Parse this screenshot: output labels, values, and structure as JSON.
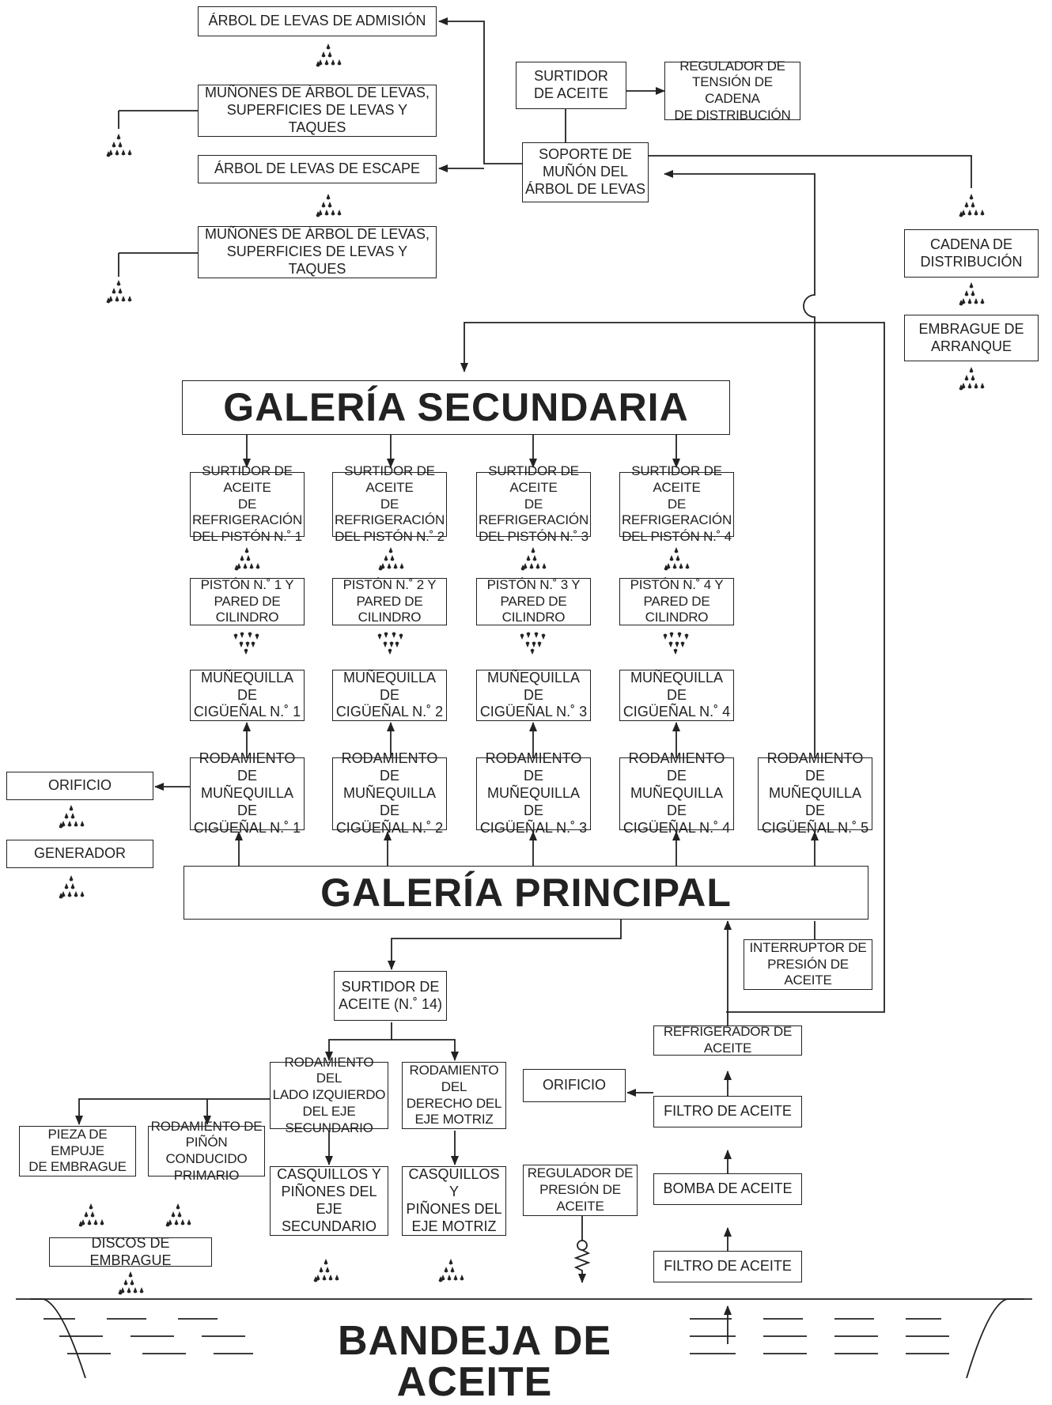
{
  "diagram": {
    "top": {
      "arbol_admision": "ÁRBOL DE LEVAS DE ADMISIÓN",
      "munones_1": "MUÑONES DE ÁRBOL DE LEVAS,\nSUPERFICIES DE LEVAS Y TAQUES",
      "arbol_escape": "ÁRBOL DE LEVAS DE ESCAPE",
      "munones_2": "MUÑONES DE ÁRBOL DE LEVAS,\nSUPERFICIES DE LEVAS Y TAQUES",
      "surtidor_aceite": "SURTIDOR\nDE ACEITE",
      "regulador_tension": "REGULADOR DE\nTENSIÓN DE CADENA\nDE DISTRIBUCIÓN",
      "soporte_munon": "SOPORTE DE\nMUÑÓN DEL\nÁRBOL DE LEVAS",
      "cadena_distribucion": "CADENA DE\nDISTRIBUCIÓN",
      "embrague_arranque": "EMBRAGUE DE\nARRANQUE"
    },
    "galeria_secundaria": "GALERÍA SECUNDARIA",
    "columns": [
      {
        "surtidor": "SURTIDOR DE ACEITE\nDE REFRIGERACIÓN\nDEL PISTÓN N.˚ 1",
        "piston": "PISTÓN N.˚ 1 Y\nPARED DE CILINDRO",
        "munequilla": "MUÑEQUILLA DE\nCIGÜEÑAL N.˚ 1",
        "rodamiento": "RODAMIENTO DE\nMUÑEQUILLA DE\nCIGÜEÑAL N.˚ 1"
      },
      {
        "surtidor": "SURTIDOR DE ACEITE\nDE REFRIGERACIÓN\nDEL PISTÓN N.˚ 2",
        "piston": "PISTÓN N.˚ 2 Y\nPARED DE CILINDRO",
        "munequilla": "MUÑEQUILLA DE\nCIGÜEÑAL N.˚ 2",
        "rodamiento": "RODAMIENTO DE\nMUÑEQUILLA DE\nCIGÜEÑAL N.˚ 2"
      },
      {
        "surtidor": "SURTIDOR DE ACEITE\nDE REFRIGERACIÓN\nDEL PISTÓN N.˚ 3",
        "piston": "PISTÓN N.˚ 3 Y\nPARED DE CILINDRO",
        "munequilla": "MUÑEQUILLA DE\nCIGÜEÑAL N.˚ 3",
        "rodamiento": "RODAMIENTO DE\nMUÑEQUILLA DE\nCIGÜEÑAL N.˚ 3"
      },
      {
        "surtidor": "SURTIDOR DE ACEITE\nDE REFRIGERACIÓN\nDEL PISTÓN N.˚ 4",
        "piston": "PISTÓN N.˚ 4 Y\nPARED DE CILINDRO",
        "munequilla": "MUÑEQUILLA DE\nCIGÜEÑAL N.˚ 4",
        "rodamiento": "RODAMIENTO DE\nMUÑEQUILLA DE\nCIGÜEÑAL N.˚ 4"
      }
    ],
    "rodamiento_5": "RODAMIENTO DE\nMUÑEQUILLA DE\nCIGÜEÑAL N.˚ 5",
    "orificio_1": "ORIFICIO",
    "generador": "GENERADOR",
    "galeria_principal": "GALERÍA PRINCIPAL",
    "interruptor_presion": "INTERRUPTOR DE\nPRESIÓN DE ACEITE",
    "surtidor_14": "SURTIDOR DE\nACEITE (N.˚ 14)",
    "rod_eje_secundario": "RODAMIENTO DEL\nLADO IZQUIERDO\nDEL EJE SECUNDARIO",
    "rod_eje_motriz": "RODAMIENTO DEL\nDERECHO DEL\nEJE MOTRIZ",
    "pieza_empuje": "PIEZA DE EMPUJE\nDE EMBRAGUE",
    "rod_pinon": "RODAMIENTO DE\nPIÑÓN CONDUCIDO\nPRIMARIO",
    "casquillos_secundario": "CASQUILLOS Y\nPIÑONES DEL\nEJE SECUNDARIO",
    "casquillos_motriz": "CASQUILLOS Y\nPIÑONES DEL\nEJE MOTRIZ",
    "discos_embrague": "DISCOS DE EMBRAGUE",
    "refrigerador": "REFRIGERADOR DE ACEITE",
    "orificio_2": "ORIFICIO",
    "filtro_1": "FILTRO DE ACEITE",
    "bomba": "BOMBA DE ACEITE",
    "regulador_presion": "REGULADOR DE\nPRESIÓN DE ACEITE",
    "filtro_2": "FILTRO DE ACEITE",
    "bandeja": "BANDEJA DE ACEITE"
  }
}
